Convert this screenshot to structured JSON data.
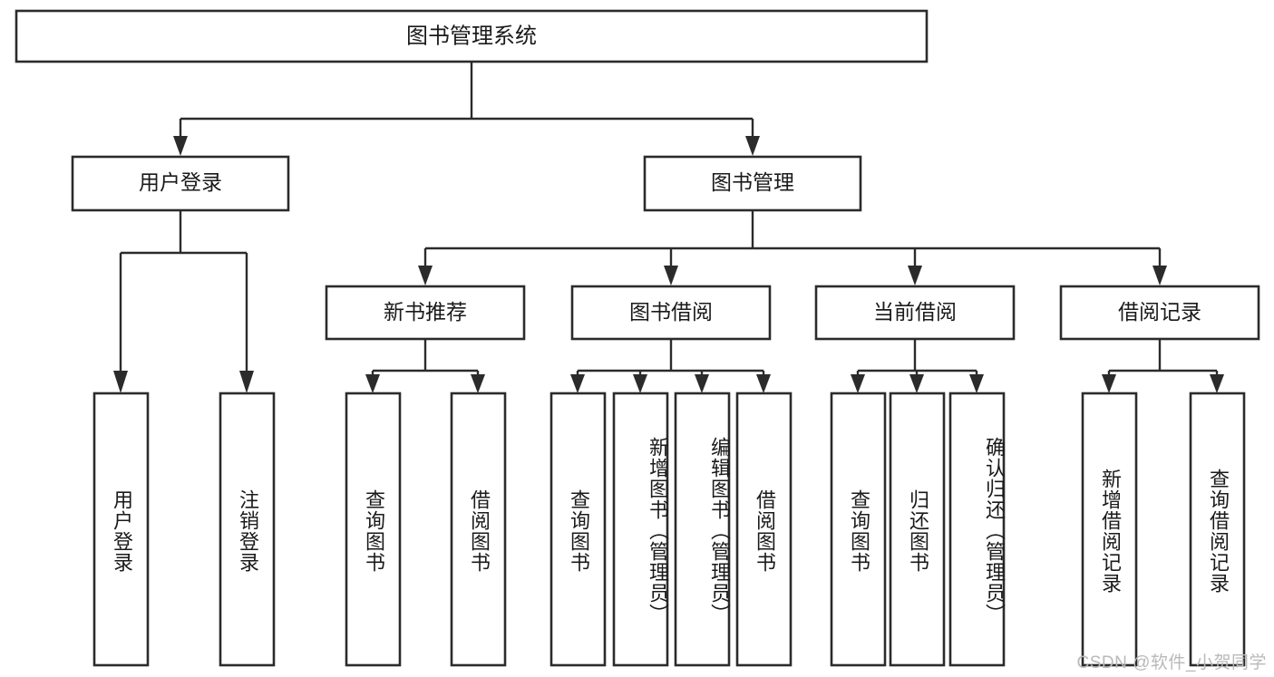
{
  "diagram": {
    "title": "图书管理系统",
    "type": "tree-hierarchy-chart",
    "watermark": "CSDN @软件_小贺同学",
    "colors": {
      "background": "#ffffff",
      "box_stroke": "#2b2b2b",
      "box_fill": "#ffffff",
      "text": "#1a1a1a",
      "watermark": "#b9b9b9"
    },
    "root": {
      "label": "图书管理系统"
    },
    "level2": [
      {
        "label": "用户登录"
      },
      {
        "label": "图书管理"
      }
    ],
    "level3": [
      {
        "label": "新书推荐"
      },
      {
        "label": "图书借阅"
      },
      {
        "label": "当前借阅"
      },
      {
        "label": "借阅记录"
      }
    ],
    "leaves": {
      "user_login": [
        {
          "label": "用户登录"
        },
        {
          "label": "注销登录"
        }
      ],
      "new_book_recommend": [
        {
          "label": "查询图书"
        },
        {
          "label": "借阅图书"
        }
      ],
      "book_borrow": [
        {
          "label": "查询图书"
        },
        {
          "label": "新增图书（管理员）"
        },
        {
          "label": "编辑图书（管理员）"
        },
        {
          "label": "借阅图书"
        }
      ],
      "current_borrow": [
        {
          "label": "查询图书"
        },
        {
          "label": "归还图书"
        },
        {
          "label": "确认归还（管理员）"
        }
      ],
      "borrow_record": [
        {
          "label": "新增借阅记录"
        },
        {
          "label": "查询借阅记录"
        }
      ]
    }
  }
}
